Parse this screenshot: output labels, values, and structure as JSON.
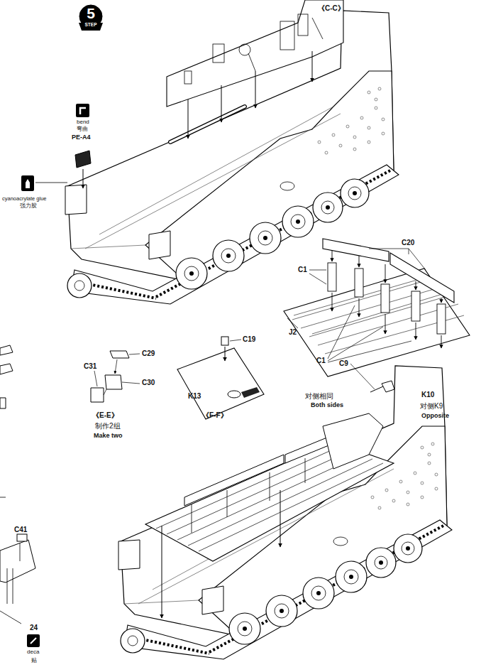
{
  "diagram": {
    "nodes": [
      {
        "text": [
          "5",
          "STEP"
        ]
      }
    ],
    "labels": [
      "bend",
      "弯曲",
      "PE-A4",
      "cyanoacrylate glue",
      "强力胶",
      "《C-C》",
      "C20",
      "C1",
      "J2",
      "C1",
      "C9",
      "对侧相同",
      "Both sides",
      "K10",
      "对侧K9",
      "Opposite",
      "C19",
      "K13",
      "《F-F》",
      "C29",
      "C31",
      "C30",
      "《E-E》",
      "制作2组",
      "Make two",
      "C41",
      "24",
      "deca",
      "贴"
    ]
  }
}
